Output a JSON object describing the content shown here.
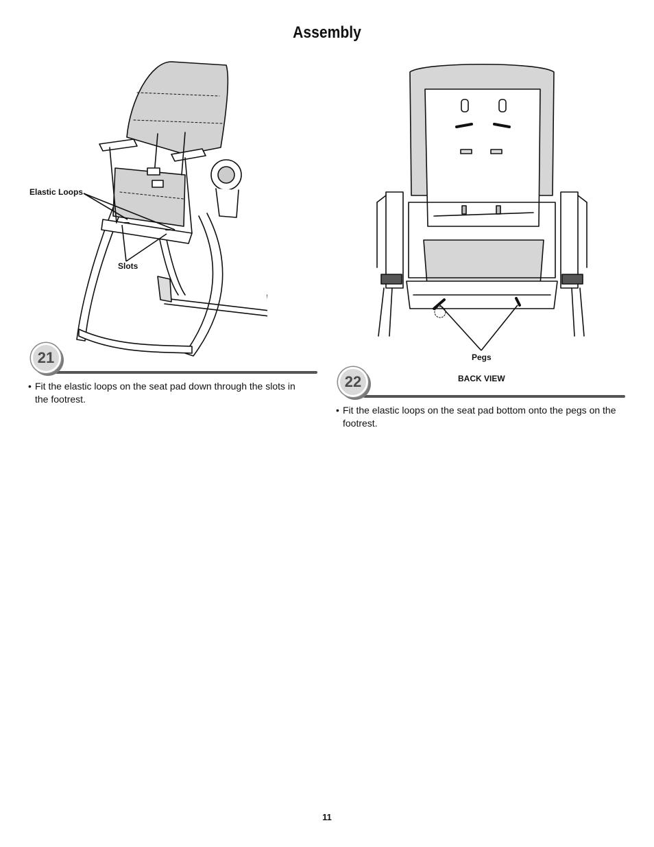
{
  "page": {
    "title": "Assembly",
    "page_number": "11"
  },
  "step21": {
    "number": "21",
    "labels": {
      "elastic_loops": "Elastic Loops",
      "slots": "Slots"
    },
    "instruction_bullet": "•",
    "instruction": "Fit the elastic loops on the seat pad down through the slots in the footrest."
  },
  "step22": {
    "number": "22",
    "labels": {
      "pegs": "Pegs",
      "view": "BACK VIEW"
    },
    "instruction_bullet": "•",
    "instruction": "Fit the elastic loops on the seat pad bottom onto the pegs on the footrest."
  }
}
